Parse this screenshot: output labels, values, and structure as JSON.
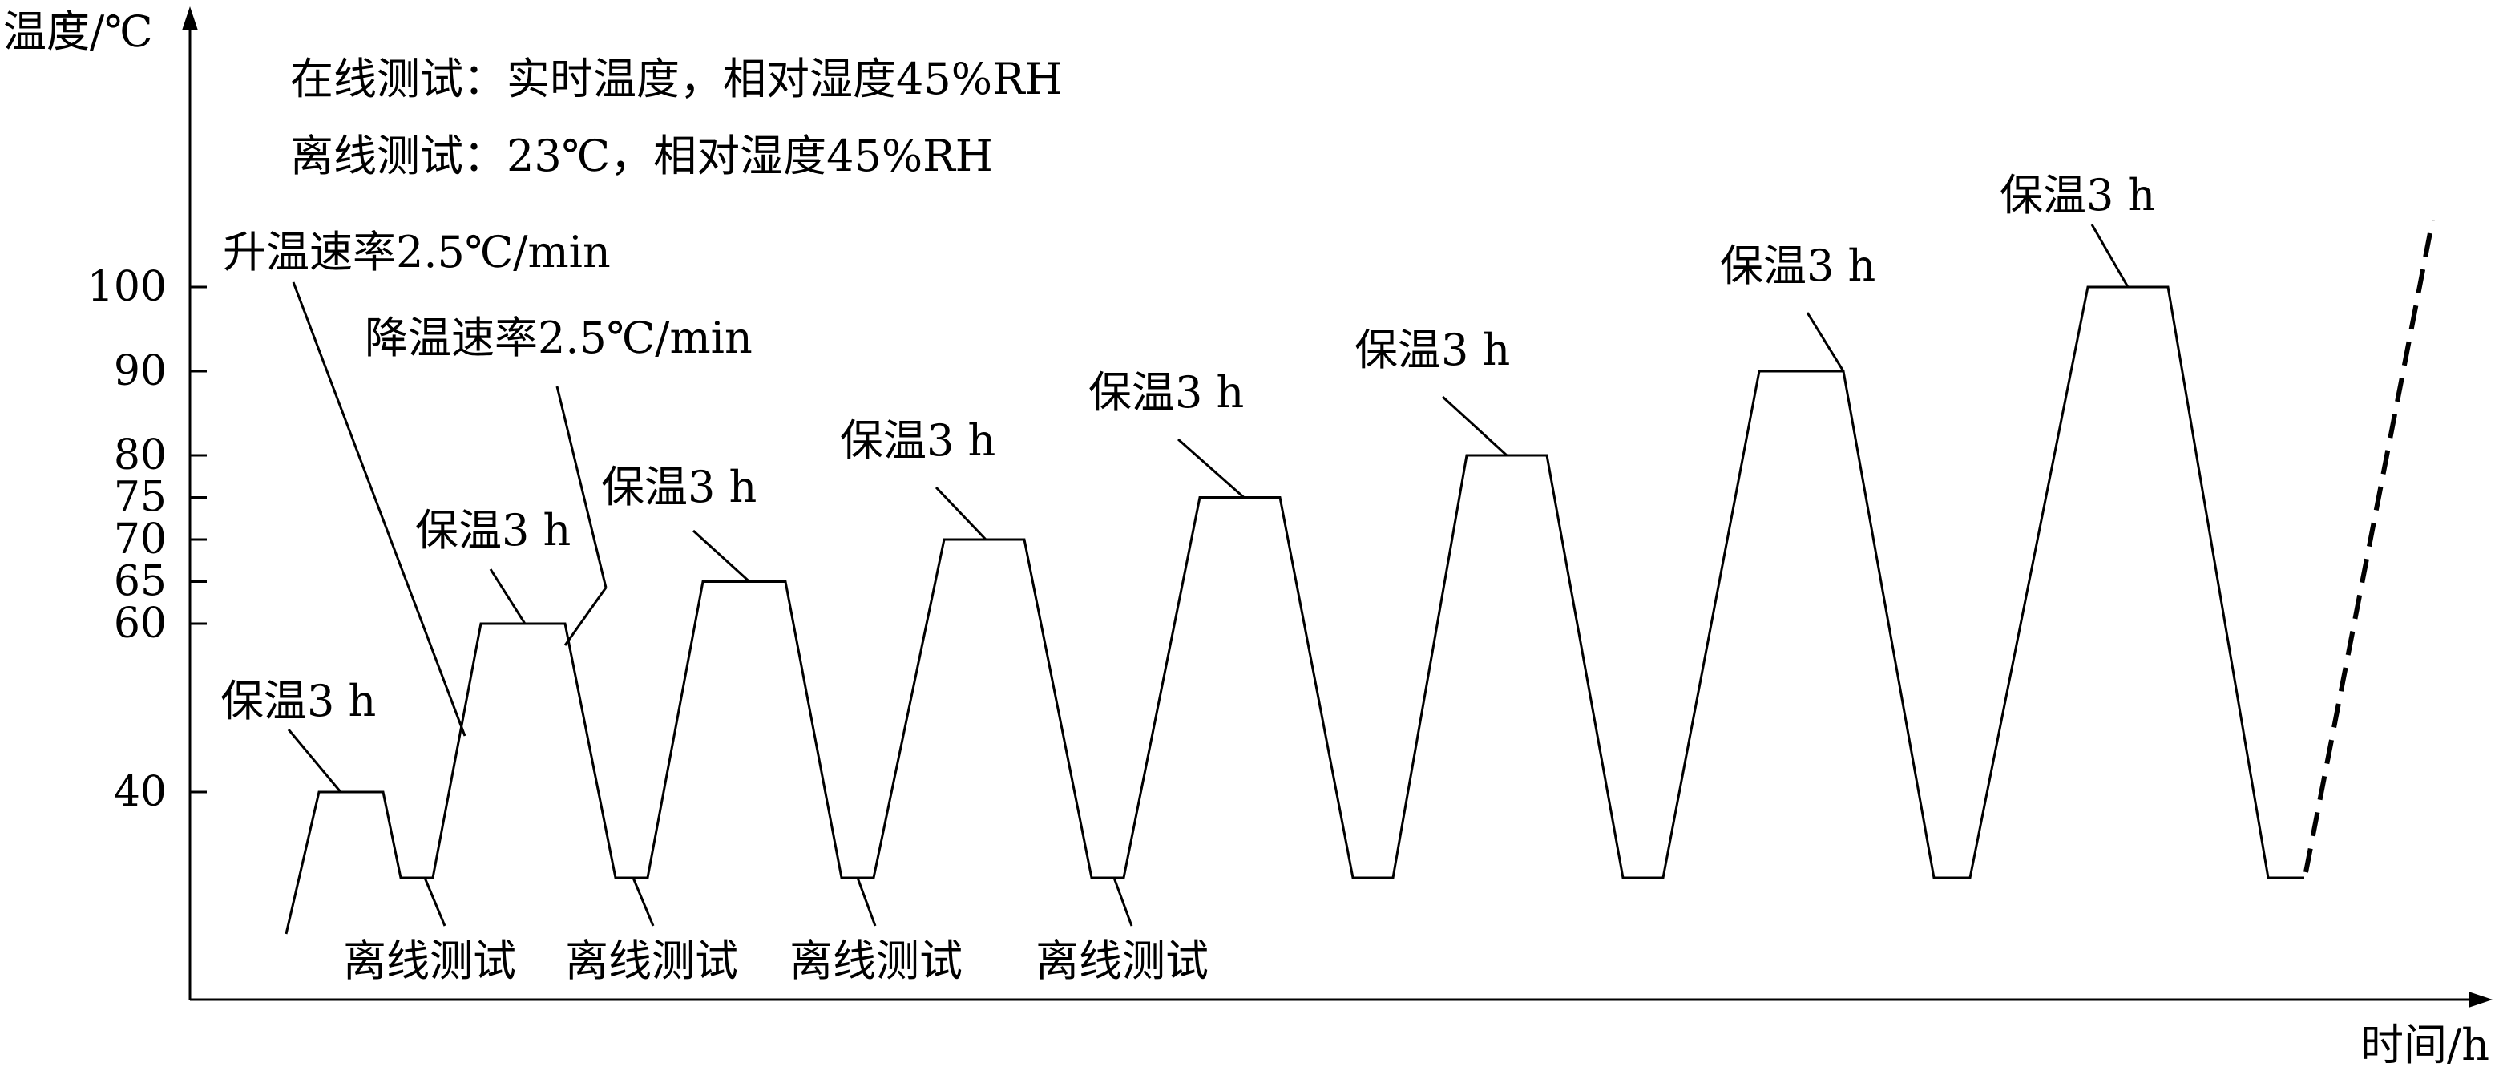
{
  "chart_data": {
    "type": "line",
    "ylabel": "温度/℃",
    "xlabel": "时间/h",
    "yticks": [
      40,
      60,
      65,
      70,
      75,
      80,
      90,
      100
    ],
    "notes": [
      "在线测试：实时温度，相对湿度45%RH",
      "离线测试：23℃，相对湿度45%RH"
    ],
    "rate_labels": {
      "heating": "升温速率2.5℃/min",
      "cooling": "降温速率2.5℃/min"
    },
    "hold_label": "保温3 h",
    "offline_label": "离线测试",
    "hold_temperatures": [
      40,
      60,
      65,
      70,
      75,
      80,
      90,
      100
    ],
    "base_temperature": 23
  }
}
